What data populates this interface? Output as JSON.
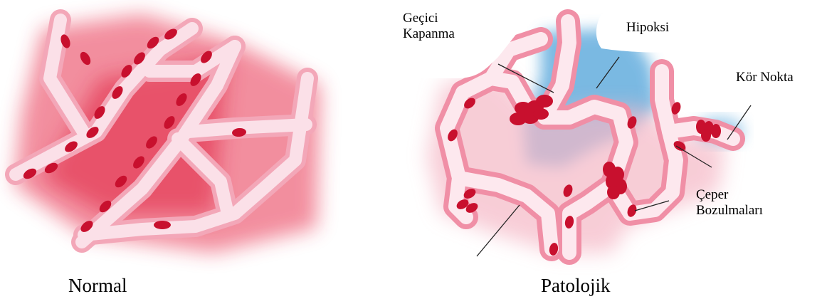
{
  "captions": {
    "normal": "Normal",
    "pathologic": "Patolojik"
  },
  "labels": {
    "transient_closure": [
      "Geçici",
      "Kapanma"
    ],
    "hypoxia": "Hipoksi",
    "blind_spot": "Kör Nokta",
    "wall_damage": [
      "Çeper",
      "Bozulmaları"
    ]
  },
  "colors": {
    "vessel_glow": "#e8324f",
    "vessel_wall": "#f5b8c6",
    "lumen": "#fde8ee",
    "red_cell": "#c8102e",
    "hypoxia_blue": "#5aa8dc"
  }
}
